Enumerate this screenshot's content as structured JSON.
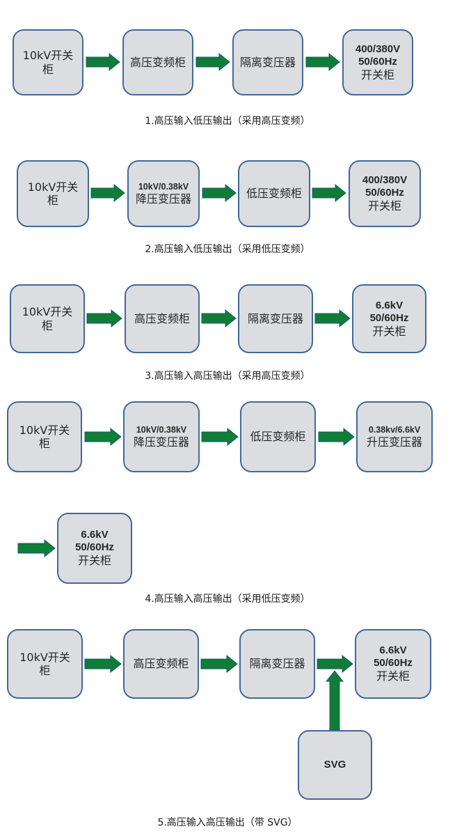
{
  "colors": {
    "box_fill": "#dcdde0",
    "box_border": "#41699a",
    "arrow_fill": "#0f7d37",
    "arrow_border": "#1c5a6e",
    "text": "#262626"
  },
  "diagrams": [
    {
      "id": 1,
      "caption": "1.高压输入低压输出（采用高压变频）",
      "boxes": [
        {
          "lines": [
            {
              "text": "10kV开关",
              "style": "normal"
            },
            {
              "text": "柜",
              "style": "normal"
            }
          ]
        },
        {
          "lines": [
            {
              "text": "高压变频柜",
              "style": "normal"
            }
          ]
        },
        {
          "lines": [
            {
              "text": "隔离变压器",
              "style": "normal"
            }
          ]
        },
        {
          "lines": [
            {
              "text": "400/380V",
              "style": "bold"
            },
            {
              "text": "50/60Hz",
              "style": "bold"
            },
            {
              "text": "开关柜",
              "style": "normal"
            }
          ]
        }
      ]
    },
    {
      "id": 2,
      "caption": "2.高压输入低压输出（采用低压变频）",
      "boxes": [
        {
          "lines": [
            {
              "text": "10kV开关",
              "style": "normal"
            },
            {
              "text": "柜",
              "style": "normal"
            }
          ]
        },
        {
          "lines": [
            {
              "text": "10kV/0.38kV",
              "style": "bold-sm"
            },
            {
              "text": "降压变压器",
              "style": "normal"
            }
          ]
        },
        {
          "lines": [
            {
              "text": "低压变频柜",
              "style": "normal"
            }
          ]
        },
        {
          "lines": [
            {
              "text": "400/380V",
              "style": "bold"
            },
            {
              "text": "50/60Hz",
              "style": "bold"
            },
            {
              "text": "开关柜",
              "style": "normal"
            }
          ]
        }
      ]
    },
    {
      "id": 3,
      "caption": "3.高压输入高压输出（采用高压变频）",
      "boxes": [
        {
          "lines": [
            {
              "text": "10kV开关",
              "style": "normal"
            },
            {
              "text": "柜",
              "style": "normal"
            }
          ]
        },
        {
          "lines": [
            {
              "text": "高压变频柜",
              "style": "normal"
            }
          ]
        },
        {
          "lines": [
            {
              "text": "隔离变压器",
              "style": "normal"
            }
          ]
        },
        {
          "lines": [
            {
              "text": "6.6kV",
              "style": "bold"
            },
            {
              "text": "50/60Hz",
              "style": "bold"
            },
            {
              "text": "开关柜",
              "style": "normal"
            }
          ]
        }
      ]
    },
    {
      "id": 4,
      "caption": "4.高压输入高压输出（采用低压变频）",
      "boxes": [
        {
          "lines": [
            {
              "text": "10kV开关",
              "style": "normal"
            },
            {
              "text": "柜",
              "style": "normal"
            }
          ]
        },
        {
          "lines": [
            {
              "text": "10kV/0.38kV",
              "style": "bold-sm"
            },
            {
              "text": "降压变压器",
              "style": "normal"
            }
          ]
        },
        {
          "lines": [
            {
              "text": "低压变频柜",
              "style": "normal"
            }
          ]
        },
        {
          "lines": [
            {
              "text": "0.38kv/6.6kV",
              "style": "bold-sm"
            },
            {
              "text": "升压变压器",
              "style": "normal"
            }
          ]
        },
        {
          "lines": [
            {
              "text": "6.6kV",
              "style": "bold"
            },
            {
              "text": "50/60Hz",
              "style": "bold"
            },
            {
              "text": "开关柜",
              "style": "normal"
            }
          ]
        }
      ]
    },
    {
      "id": 5,
      "caption": "5.高压输入高压输出（带 SVG）",
      "boxes": [
        {
          "lines": [
            {
              "text": "10kV开关",
              "style": "normal"
            },
            {
              "text": "柜",
              "style": "normal"
            }
          ]
        },
        {
          "lines": [
            {
              "text": "高压变频柜",
              "style": "normal"
            }
          ]
        },
        {
          "lines": [
            {
              "text": "隔离变压器",
              "style": "normal"
            }
          ]
        },
        {
          "lines": [
            {
              "text": "6.6kV",
              "style": "bold"
            },
            {
              "text": "50/60Hz",
              "style": "bold"
            },
            {
              "text": "开关柜",
              "style": "normal"
            }
          ]
        },
        {
          "lines": [
            {
              "text": "SVG",
              "style": "bold"
            }
          ]
        }
      ]
    }
  ]
}
